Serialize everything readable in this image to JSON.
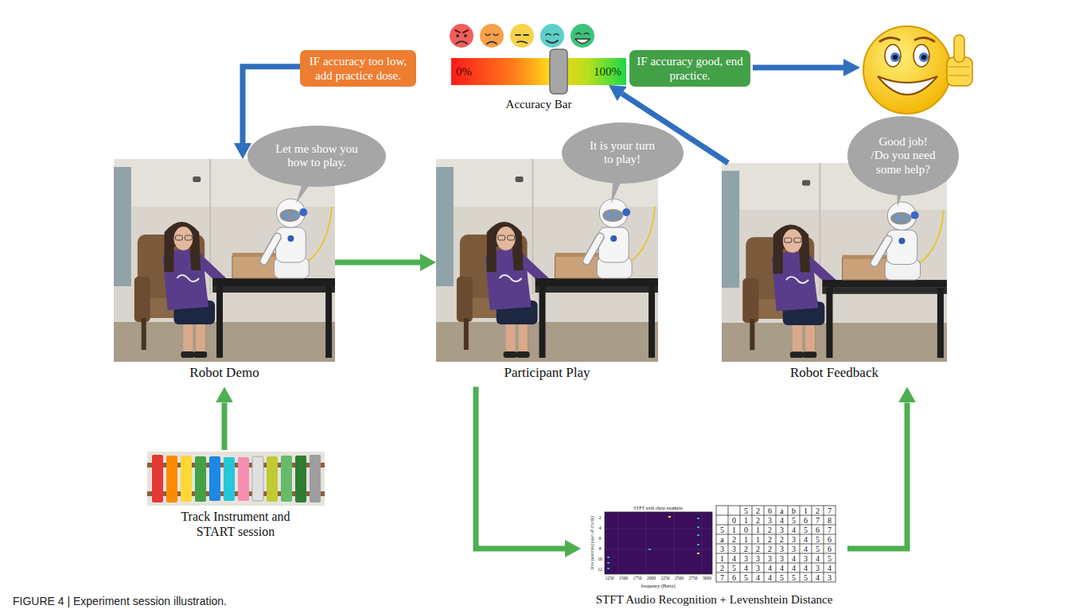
{
  "diagram": {
    "caption": "FIGURE 4 | Experiment session illustration.",
    "nodes": [
      {
        "text": [
          "IF accuracy too low, add practice dose."
        ]
      },
      {
        "text": [
          "0%",
          "100%",
          "Accuracy Bar"
        ]
      },
      {
        "text": [
          "IF accuracy good, end practice."
        ]
      },
      {
        "text": [
          "Robot Demo"
        ]
      },
      {
        "text": [
          "Let me show you how to play."
        ],
        "in": 3
      },
      {
        "text": [
          "Participant Play"
        ]
      },
      {
        "text": [
          "It is your turn to play!"
        ],
        "in": 5
      },
      {
        "text": [
          "Robot Feedback"
        ]
      },
      {
        "text": [
          "Good job! /Do you need some help?"
        ],
        "in": 7
      },
      {
        "text": [
          "Track Instrument and START session"
        ]
      },
      {
        "text": [
          "STFT Audio Recognition + Levenshtein Distance"
        ]
      }
    ],
    "edges": [
      {
        "from": 0,
        "to": 3,
        "arrow": "to"
      },
      {
        "from": 3,
        "to": 5,
        "arrow": "to"
      },
      {
        "from": 5,
        "to": 10,
        "arrow": "to"
      },
      {
        "from": 10,
        "to": 7,
        "arrow": "to"
      },
      {
        "from": 7,
        "to": 1,
        "arrow": "to"
      },
      {
        "from": 9,
        "to": 3,
        "arrow": "to"
      }
    ],
    "labels": [
      "STFT with chirp example",
      "frequency (Hertz)",
      "time (seconds) (start of chunk)",
      "1250",
      "1500",
      "1750",
      "2000",
      "2250",
      "2500",
      "2750",
      "3000",
      "2",
      "4",
      "6",
      "8",
      "10",
      "12",
      "5",
      "2",
      "6",
      "a",
      "b",
      "1",
      "2",
      "7",
      "0",
      "1",
      "2",
      "3",
      "4",
      "5",
      "6",
      "7",
      "8",
      "5",
      "1",
      "0",
      "1",
      "2",
      "3",
      "4",
      "5",
      "6",
      "7",
      "a",
      "2",
      "1",
      "1",
      "2",
      "2",
      "3",
      "4",
      "5",
      "6",
      "3",
      "3",
      "2",
      "2",
      "2",
      "3",
      "3",
      "4",
      "5",
      "6",
      "1",
      "4",
      "3",
      "3",
      "3",
      "3",
      "4",
      "3",
      "4",
      "5",
      "2",
      "5",
      "4",
      "3",
      "4",
      "4",
      "4",
      "4",
      "3",
      "4",
      "7",
      "6",
      "5",
      "4",
      "4",
      "5",
      "5",
      "5",
      "4",
      "3"
    ]
  }
}
